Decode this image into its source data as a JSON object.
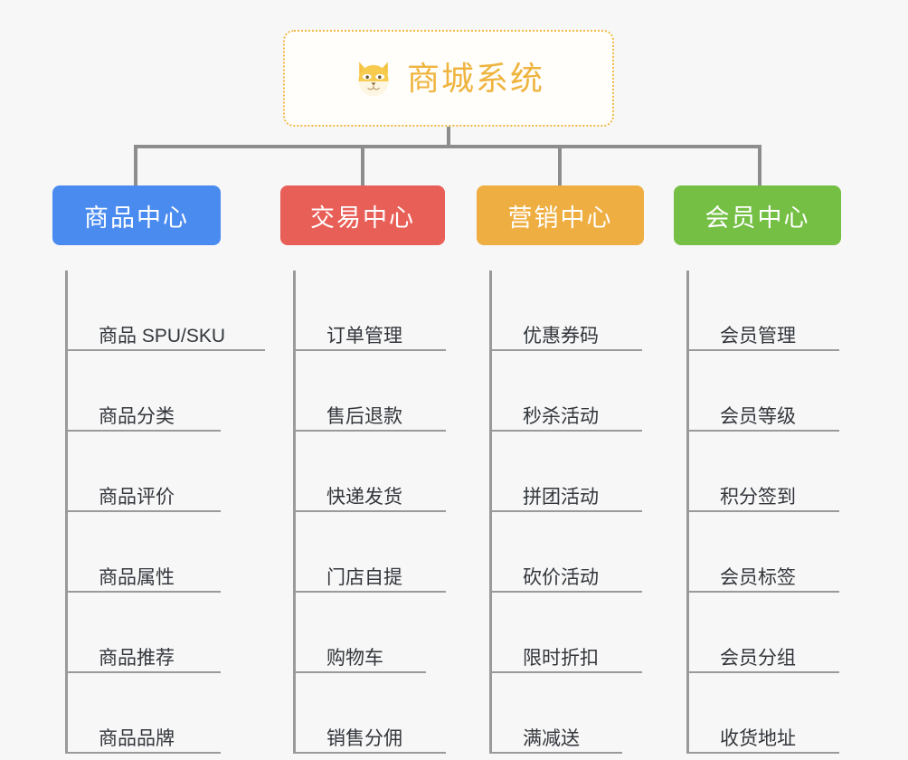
{
  "diagram": {
    "type": "mindmap",
    "background_color": "#f7f7f7",
    "root": {
      "title": "商城系统",
      "icon": "dog-face-icon",
      "text_color": "#efb43f",
      "border_color": "#f0b846"
    },
    "branches": [
      {
        "label": "商品中心",
        "color": "#4a8bf0",
        "items": [
          "商品 SPU/SKU",
          "商品分类",
          "商品评价",
          "商品属性",
          "商品推荐",
          "商品品牌"
        ]
      },
      {
        "label": "交易中心",
        "color": "#e85f58",
        "items": [
          "订单管理",
          "售后退款",
          "快递发货",
          "门店自提",
          "购物车",
          "销售分佣"
        ]
      },
      {
        "label": "营销中心",
        "color": "#efae41",
        "items": [
          "优惠券码",
          "秒杀活动",
          "拼团活动",
          "砍价活动",
          "限时折扣",
          "满减送"
        ]
      },
      {
        "label": "会员中心",
        "color": "#74bf44",
        "items": [
          "会员管理",
          "会员等级",
          "积分签到",
          "会员标签",
          "会员分组",
          "收货地址"
        ]
      }
    ],
    "connector_color": "#8d8d8d",
    "leaf_line_color": "#9a9a9a"
  }
}
